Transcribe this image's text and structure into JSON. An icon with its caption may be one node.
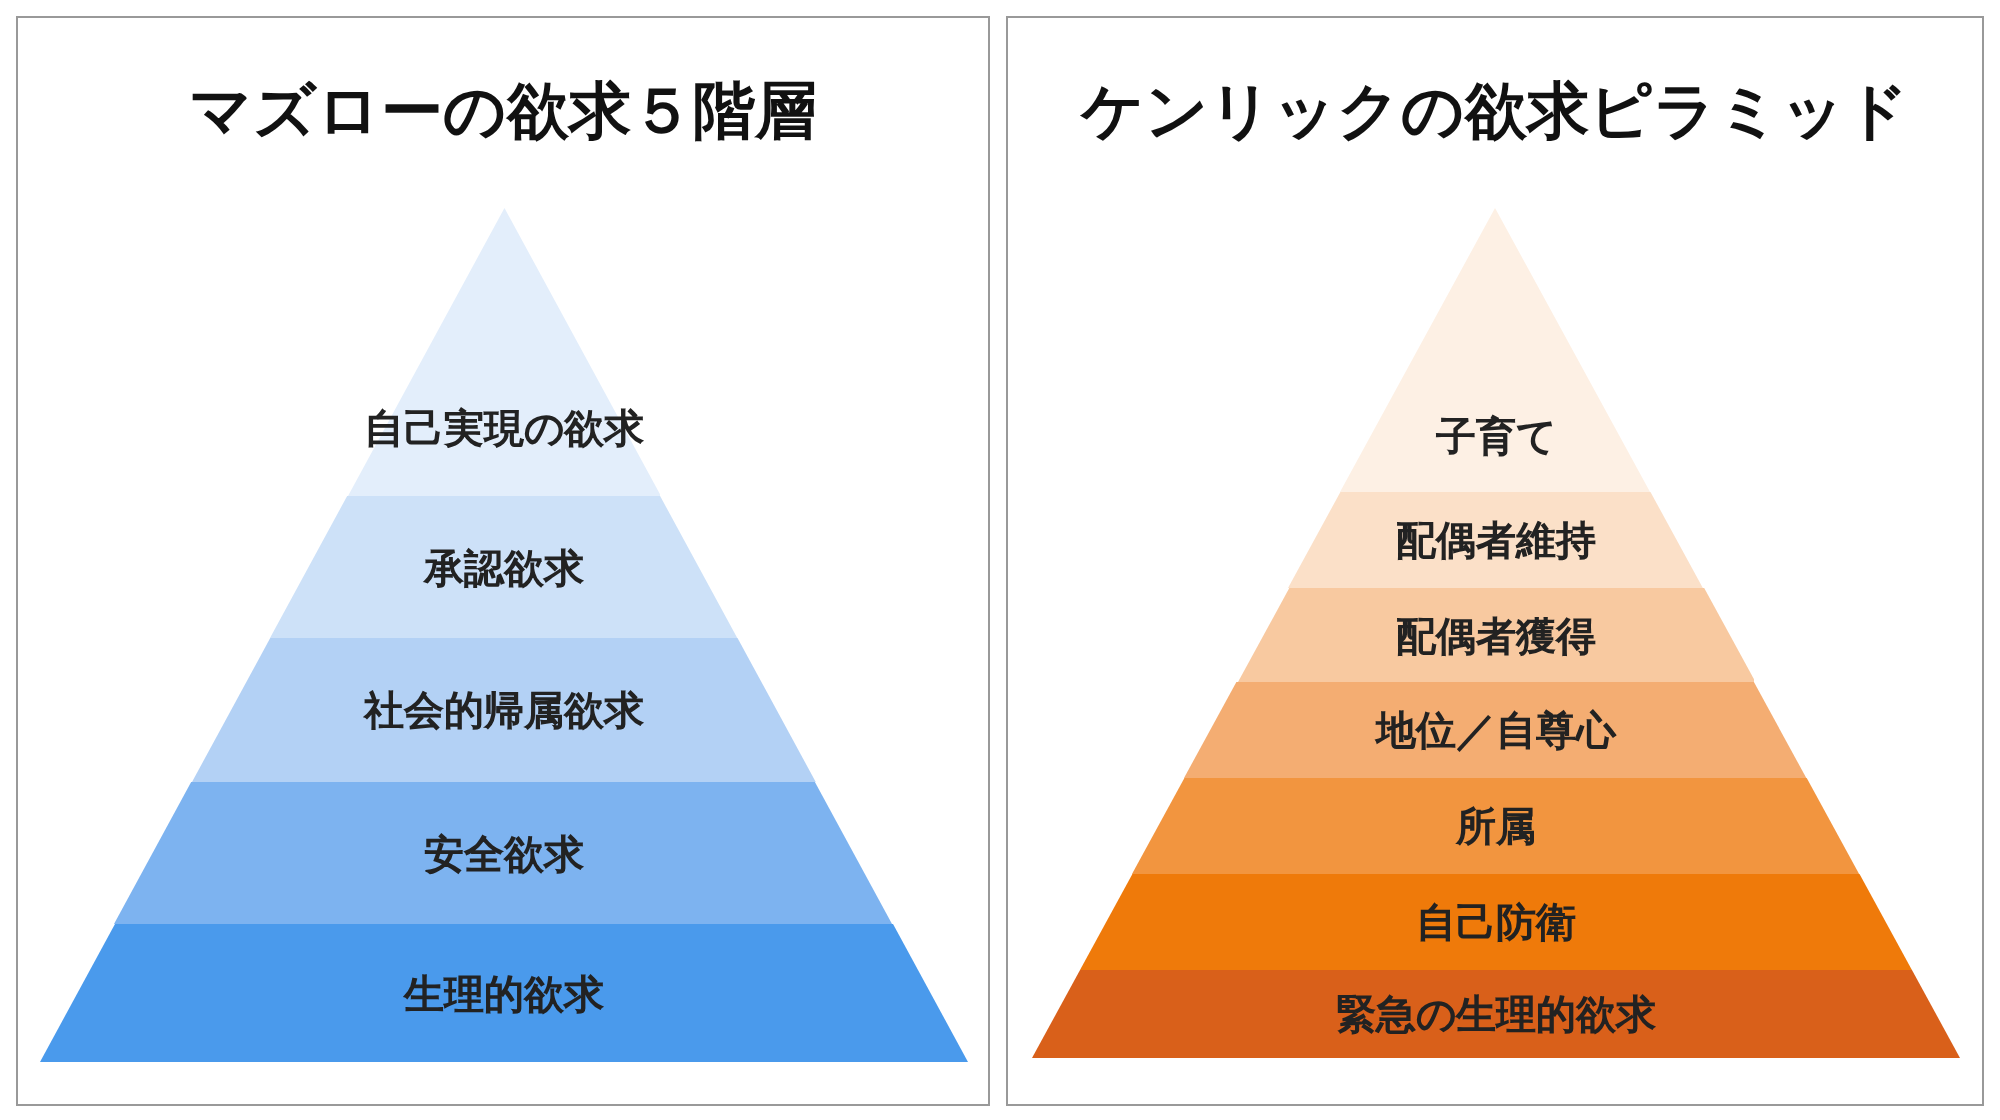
{
  "diagram": {
    "nodes": [
      {
        "text": [
          "マズローの欲求５階層"
        ]
      },
      {
        "text": [
          "自己実現の欲求"
        ],
        "in": 0
      },
      {
        "text": [
          "承認欲求"
        ],
        "in": 0
      },
      {
        "text": [
          "社会的帰属欲求"
        ],
        "in": 0
      },
      {
        "text": [
          "安全欲求"
        ],
        "in": 0
      },
      {
        "text": [
          "生理的欲求"
        ],
        "in": 0
      },
      {
        "text": [
          "ケンリックの欲求ピラミッド"
        ]
      },
      {
        "text": [
          "子育て"
        ],
        "in": 6
      },
      {
        "text": [
          "配偶者維持"
        ],
        "in": 6
      },
      {
        "text": [
          "配偶者獲得"
        ],
        "in": 6
      },
      {
        "text": [
          "地位／自尊心"
        ],
        "in": 6
      },
      {
        "text": [
          "所属"
        ],
        "in": 6
      },
      {
        "text": [
          "自己防衛"
        ],
        "in": 6
      },
      {
        "text": [
          "緊急の生理的欲求"
        ],
        "in": 6
      }
    ]
  }
}
